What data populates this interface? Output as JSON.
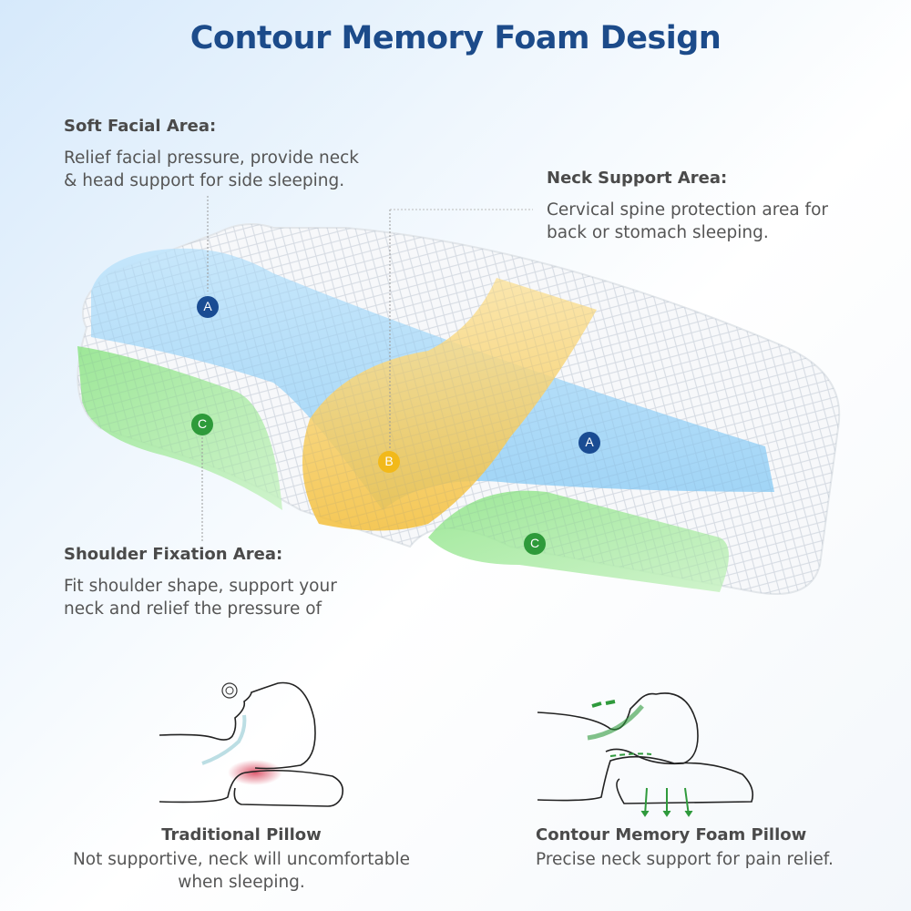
{
  "title": "Contour Memory Foam Design",
  "areas": {
    "soft_facial": {
      "heading": "Soft Facial Area:",
      "line1": "Relief facial pressure, provide neck",
      "line2": "& head support for side sleeping.",
      "marker": "A"
    },
    "neck_support": {
      "heading": "Neck Support Area:",
      "line1": "Cervical spine protection area for",
      "line2": "back or stomach sleeping.",
      "marker": "B"
    },
    "shoulder_fixation": {
      "heading": "Shoulder Fixation Area:",
      "line1": "Fit shoulder shape, support your",
      "line2": "neck and relief the pressure of",
      "marker": "C"
    }
  },
  "markers": [
    {
      "letter": "A",
      "color": "#1a4c93"
    },
    {
      "letter": "B",
      "color": "#f2b91a"
    },
    {
      "letter": "C",
      "color": "#2e9a3a"
    },
    {
      "letter": "A",
      "color": "#1a4c93"
    },
    {
      "letter": "C",
      "color": "#2e9a3a"
    }
  ],
  "comparison": {
    "traditional": {
      "heading": "Traditional Pillow",
      "line1": "Not supportive, neck will uncomfortable",
      "line2": "when sleeping."
    },
    "contour": {
      "heading": "Contour Memory Foam Pillow",
      "line1": "Precise neck support for pain relief."
    }
  },
  "colors": {
    "title": "#1c4b8a",
    "zone_a": "#8fcdf5",
    "zone_b": "#f7c84a",
    "zone_c": "#7fde7a",
    "pressure_red": "#d6304a",
    "airflow_green": "#2f9a3c"
  }
}
